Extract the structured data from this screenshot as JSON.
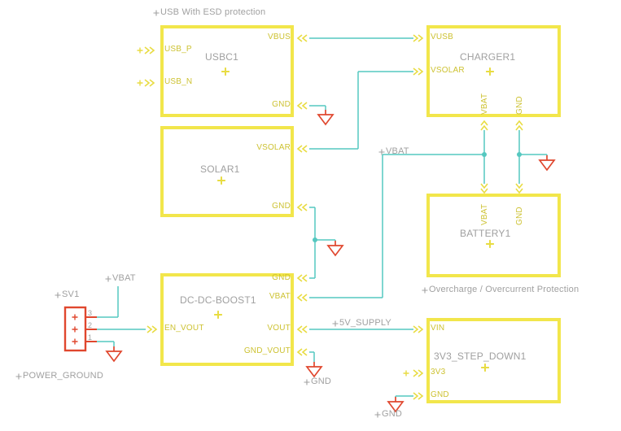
{
  "comments": {
    "usb_esd": "USB With ESD protection",
    "overcharge": "Overcharge / Overcurrent Protection",
    "power_ground": "POWER_GROUND"
  },
  "nets": {
    "vbat_sv1": "VBAT",
    "vbat_mid": "VBAT",
    "supply_5v": "5V_SUPPLY",
    "gnd_boost": "GND",
    "gnd_3v3": "GND"
  },
  "components": {
    "usbc1": {
      "name": "USBC1",
      "pins": {
        "usb_p": "USB_P",
        "usb_n": "USB_N",
        "vbus": "VBUS",
        "gnd": "GND"
      }
    },
    "charger1": {
      "name": "CHARGER1",
      "pins": {
        "vusb": "VUSB",
        "vsolar": "VSOLAR",
        "vbat": "VBAT",
        "gnd": "GND"
      }
    },
    "solar1": {
      "name": "SOLAR1",
      "pins": {
        "vsolar": "VSOLAR",
        "gnd": "GND"
      }
    },
    "battery1": {
      "name": "BATTERY1",
      "pins": {
        "vbat": "VBAT",
        "gnd": "GND"
      }
    },
    "boost1": {
      "name": "DC-DC-BOOST1",
      "pins": {
        "en_vout": "EN_VOUT",
        "gnd": "GND",
        "vbat": "VBAT",
        "vout": "VOUT",
        "gnd_vout": "GND_VOUT"
      }
    },
    "stepdown1": {
      "name": "3V3_STEP_DOWN1",
      "pins": {
        "vin": "VIN",
        "v3v3": "3V3",
        "gnd": "GND"
      }
    }
  },
  "connector_sv1": {
    "name": "SV1",
    "pin_numbers": [
      "3",
      "2",
      "1"
    ]
  },
  "colors": {
    "background": "#ffffff",
    "symbol_border": "#f2e64b",
    "pin_text": "#cdc232",
    "chevron": "#e8dc42",
    "wire": "#55c8c0",
    "gray_text": "#a0a0a0",
    "supply": "#e0472e"
  }
}
